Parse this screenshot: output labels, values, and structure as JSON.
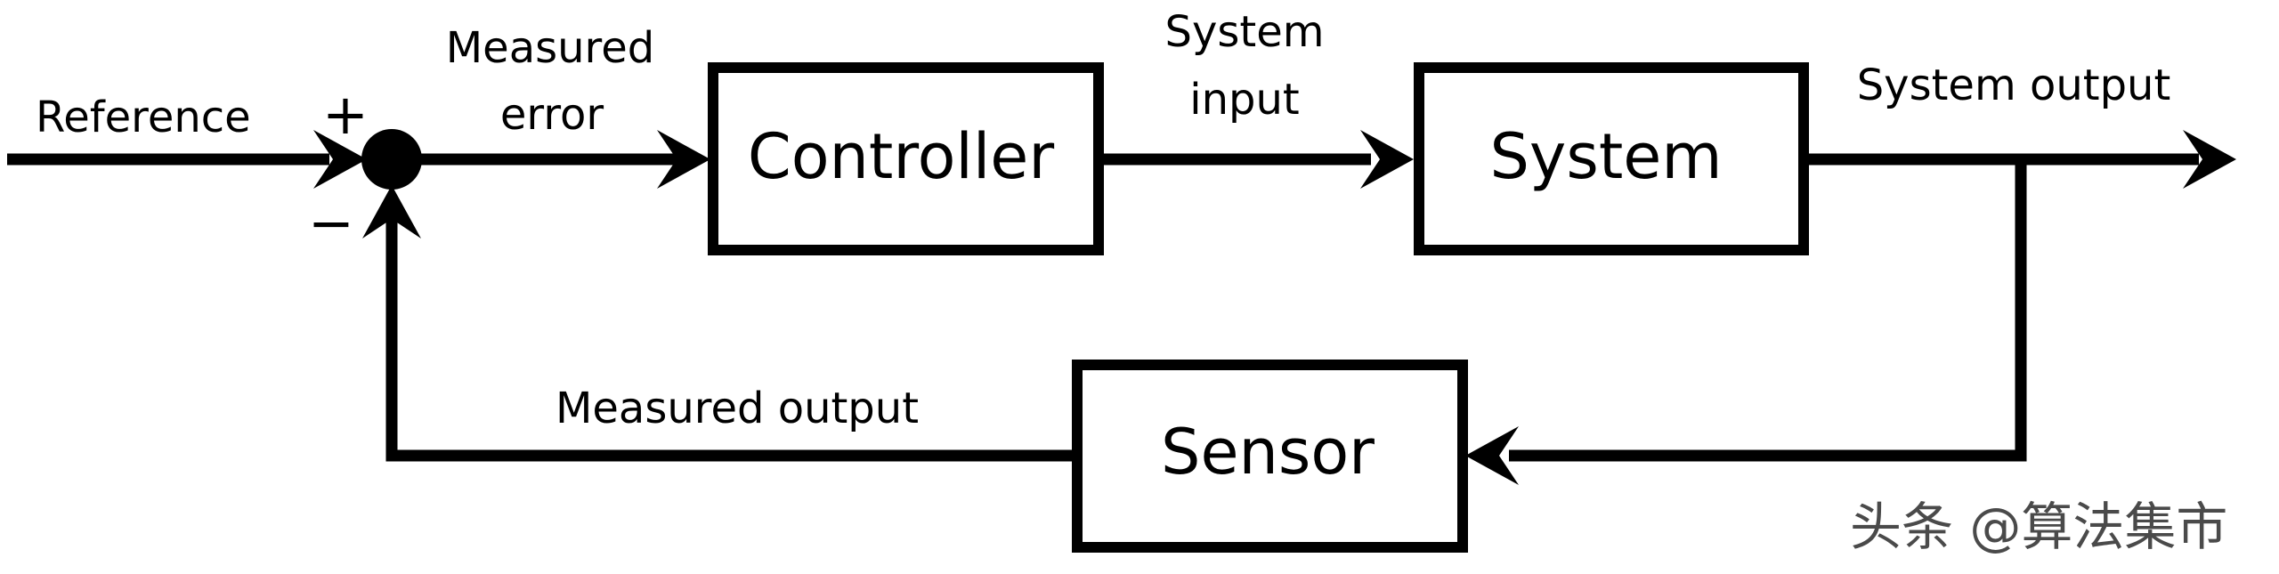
{
  "blocks": {
    "controller": "Controller",
    "system": "System",
    "sensor": "Sensor"
  },
  "labels": {
    "reference": "Reference",
    "measured_error_line1": "Measured",
    "measured_error_line2": "error",
    "system_input_line1": "System",
    "system_input_line2": "input",
    "system_output": "System output",
    "measured_output": "Measured output"
  },
  "summing_junction": {
    "plus_sign": "+",
    "minus_sign": "−"
  },
  "watermark": "头条 @算法集市",
  "colors": {
    "line": "#000000",
    "background": "#ffffff"
  }
}
